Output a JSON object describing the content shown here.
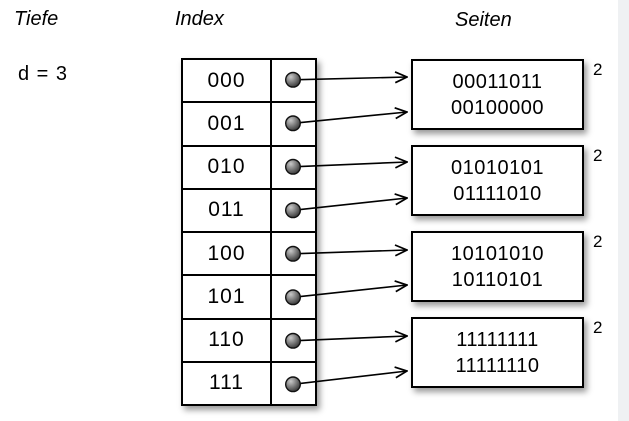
{
  "diagram": {
    "headers": {
      "depth": "Tiefe",
      "index": "Index",
      "pages": "Seiten"
    },
    "global_depth": "d = 3",
    "index_rows": [
      {
        "label": "000"
      },
      {
        "label": "001"
      },
      {
        "label": "010"
      },
      {
        "label": "011"
      },
      {
        "label": "100"
      },
      {
        "label": "101"
      },
      {
        "label": "110"
      },
      {
        "label": "111"
      }
    ],
    "pages": [
      {
        "entries": [
          "00011011",
          "00100000"
        ],
        "local_depth": "2"
      },
      {
        "entries": [
          "01010101",
          "01111010"
        ],
        "local_depth": "2"
      },
      {
        "entries": [
          "10101010",
          "10110101"
        ],
        "local_depth": "2"
      },
      {
        "entries": [
          "11111111",
          "11111110"
        ],
        "local_depth": "2"
      }
    ],
    "colors": {
      "line": "#000000",
      "box_background": "#ffffff",
      "dot_fill": "#6b6b6b",
      "edge_strip": "#eff1f3"
    }
  }
}
